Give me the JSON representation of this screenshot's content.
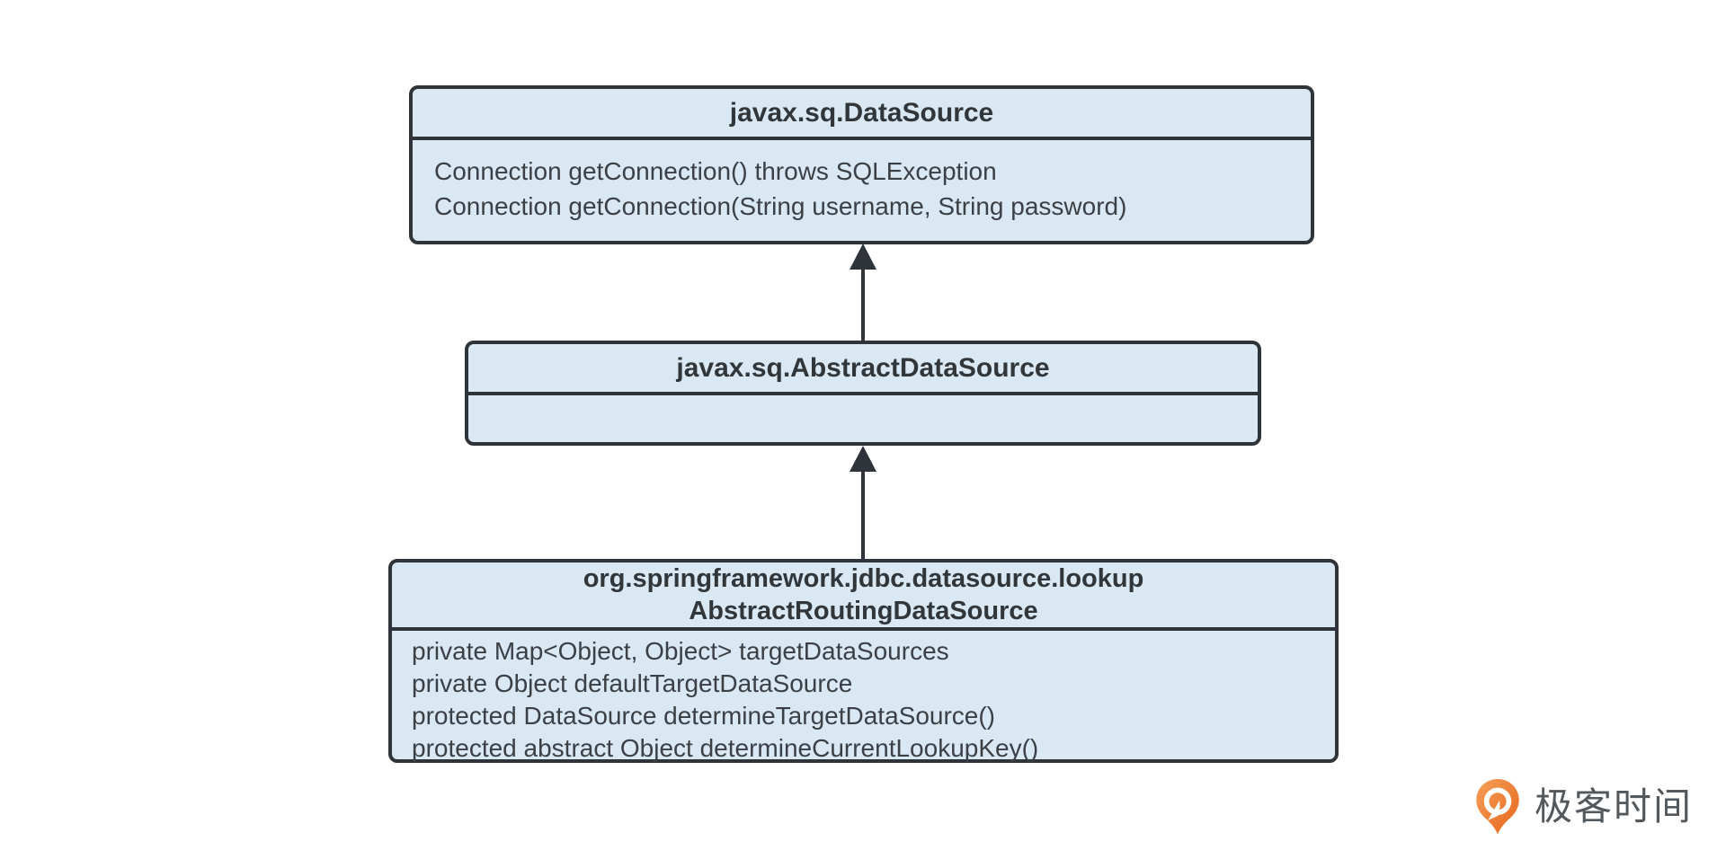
{
  "diagram": {
    "type": "uml-class-diagram",
    "classes": [
      {
        "id": "datasource",
        "title_lines": [
          "javax.sq.DataSource"
        ],
        "members": [
          "Connection getConnection() throws SQLException",
          "Connection getConnection(String username, String password)"
        ]
      },
      {
        "id": "abstract-datasource",
        "title_lines": [
          "javax.sq.AbstractDataSource"
        ],
        "members": []
      },
      {
        "id": "abstract-routing-datasource",
        "title_lines": [
          "org.springframework.jdbc.datasource.lookup",
          "AbstractRoutingDataSource"
        ],
        "members": [
          "private Map<Object, Object> targetDataSources",
          "private Object defaultTargetDataSource",
          "protected DataSource determineTargetDataSource()",
          "protected abstract Object determineCurrentLookupKey()"
        ]
      }
    ],
    "relations": [
      {
        "from": "abstract-datasource",
        "to": "datasource",
        "type": "inheritance"
      },
      {
        "from": "abstract-routing-datasource",
        "to": "abstract-datasource",
        "type": "inheritance"
      }
    ],
    "colors": {
      "box_fill": "#d9e8f2",
      "box_border": "#2f343a",
      "text": "#3b4046",
      "background": "#ffffff"
    }
  },
  "branding": {
    "logo_text": "极客时间",
    "logo_orange_light": "#f5a058",
    "logo_orange_dark": "#e7641c",
    "logo_text_color": "#53585d"
  }
}
